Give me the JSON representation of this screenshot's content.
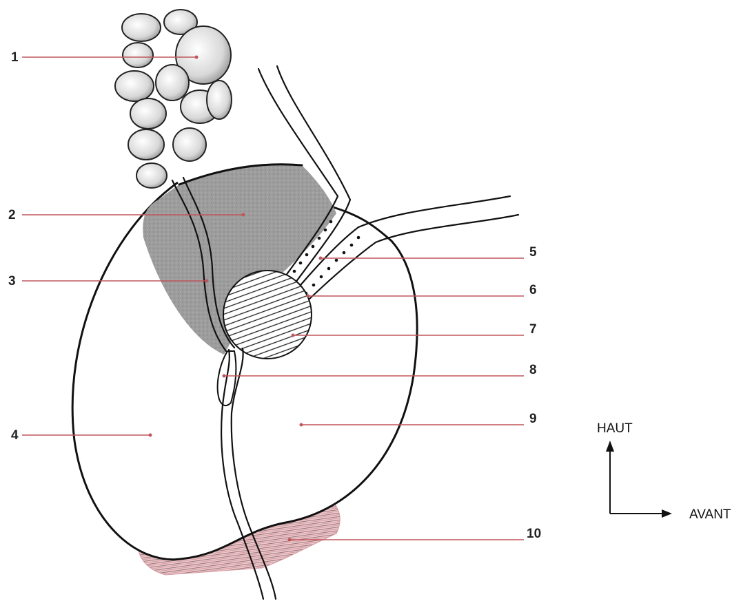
{
  "labels": {
    "l1": "1",
    "l2": "2",
    "l3": "3",
    "l4": "4",
    "l5": "5",
    "l6": "6",
    "l7": "7",
    "l8": "8",
    "l9": "9",
    "l10": "10"
  },
  "orientation": {
    "up": "HAUT",
    "front": "AVANT"
  },
  "colors": {
    "leader_line": "#c0565c",
    "grey_region": "#9e9e9e",
    "muscle": "#e6b3b8",
    "outline": "#111111"
  },
  "icons": {
    "up": "arrow-up-icon",
    "front": "arrow-right-icon"
  }
}
